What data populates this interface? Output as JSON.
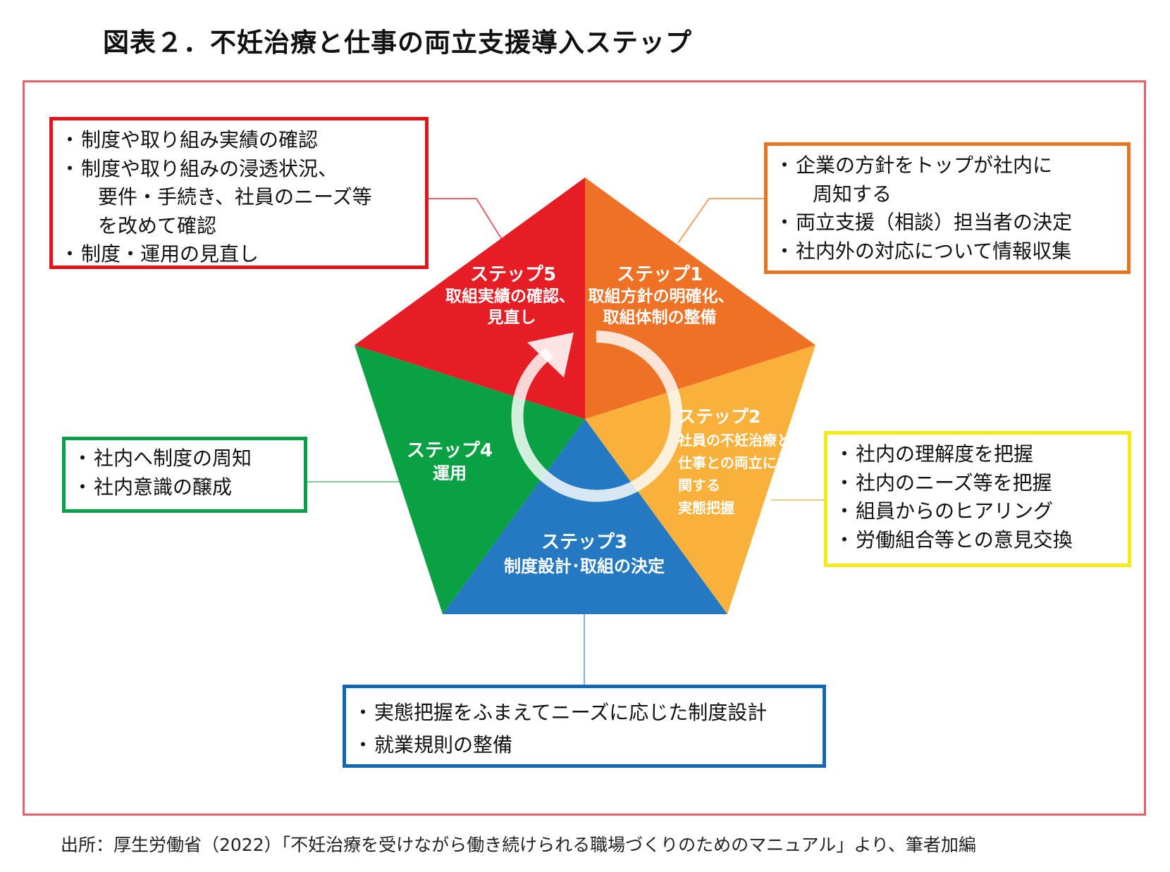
{
  "title": "図表２．不妊治療と仕事の両立支援導入ステップ",
  "steps": {
    "step1": {
      "name": "ステップ1",
      "line1": "取組方針の明確化、",
      "line2": "取組体制の整備"
    },
    "step2": {
      "name": "ステップ2",
      "line1": "社員の不妊治療と",
      "line2": "仕事との両立に",
      "line3": "関する",
      "line4": "実態把握"
    },
    "step3": {
      "name": "ステップ3",
      "line1": "制度設計･取組の決定"
    },
    "step4": {
      "name": "ステップ4",
      "line1": "運用"
    },
    "step5": {
      "name": "ステップ5",
      "line1": "取組実績の確認、",
      "line2": "見直し"
    }
  },
  "boxes": {
    "step5": [
      "制度や取り組み実績の確認",
      "制度や取り組みの浸透状況、",
      "要件・手続き、社員のニーズ等",
      "を改めて確認",
      "制度・運用の見直し"
    ],
    "step1": [
      "企業の方針をトップが社内に",
      "周知する",
      "両立支援（相談）担当者の決定",
      "社内外の対応について情報収集"
    ],
    "step4": [
      "社内へ制度の周知",
      "社内意識の醸成"
    ],
    "step2": [
      "社内の理解度を把握",
      "社内のニーズ等を把握",
      "組員からのヒアリング",
      "労働組合等との意見交換"
    ],
    "step3": [
      "実態把握をふまえてニーズに応じた制度設計",
      "就業規則の整備"
    ]
  },
  "colors": {
    "step1": "#ee7125",
    "step2": "#f9b13b",
    "step3": "#2578c2",
    "step4": "#0aa145",
    "step5": "#e71d25",
    "outer_frame": "#ea5d6a"
  },
  "source": "出所：厚生労働省（2022）「不妊治療を受けながら働き続けられる職場づくりのためのマニュアル」より、筆者加編"
}
